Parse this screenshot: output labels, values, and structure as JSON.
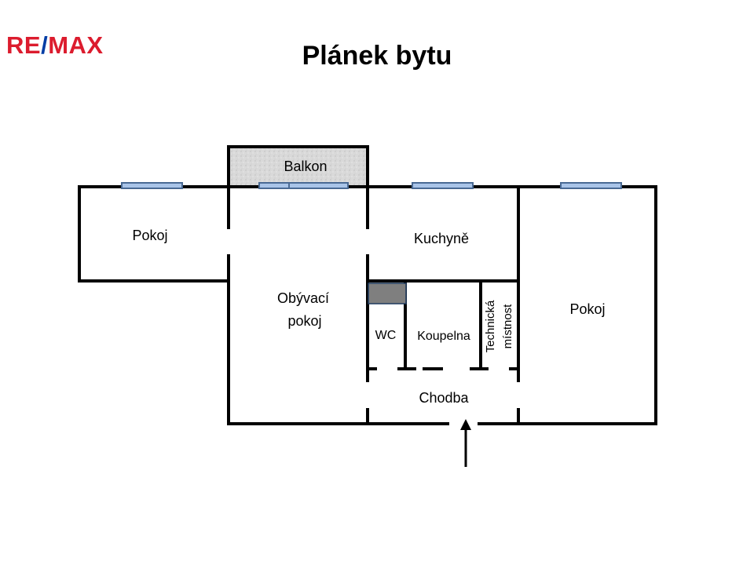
{
  "brand": {
    "logo_text": "RE/MAX",
    "logo_left": "RE",
    "logo_slash": "/",
    "logo_right": "MAX",
    "red": "#dc1c2e",
    "blue": "#003da5"
  },
  "title": "Plánek bytu",
  "rooms": {
    "balcony": "Balkon",
    "room_left": "Pokoj",
    "kitchen": "Kuchyně",
    "living_line1": "Obývací",
    "living_line2": "pokoj",
    "wc": "WC",
    "bathroom": "Koupelna",
    "technical_line1": "Technická",
    "technical_line2": "místnost",
    "room_right": "Pokoj",
    "hallway": "Chodba"
  },
  "colors": {
    "wall": "#000000",
    "window_fill": "#a9c4e8",
    "window_stroke": "#4a6a94",
    "balcony_fill": "#d9d9d9",
    "fixture_fill": "#7f7f7f"
  }
}
